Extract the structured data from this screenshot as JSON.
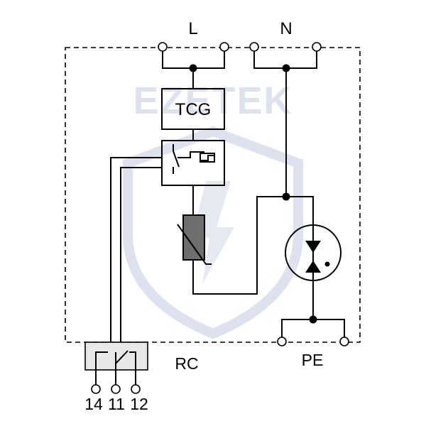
{
  "watermark": {
    "text": "EZETEK",
    "color": "#dde2ee"
  },
  "labels": {
    "line": "L",
    "neutral": "N",
    "tcg": "TCG",
    "remote_contact": "RC",
    "protective_earth": "PE",
    "terminal_14": "14",
    "terminal_11": "11",
    "terminal_12": "12"
  },
  "components": {
    "tcg_box": "thermal-disconnector-box",
    "switch_box": "thermal-switch-box",
    "varistor": "varistor",
    "gas_discharge_tube": "gas-discharge-tube",
    "rc_box": "remote-contact-box"
  },
  "colors": {
    "line": "#000000",
    "varistor_fill": "#6e6e6e",
    "rc_box_fill": "#e8e8e8",
    "watermark": "#dde2ee"
  }
}
